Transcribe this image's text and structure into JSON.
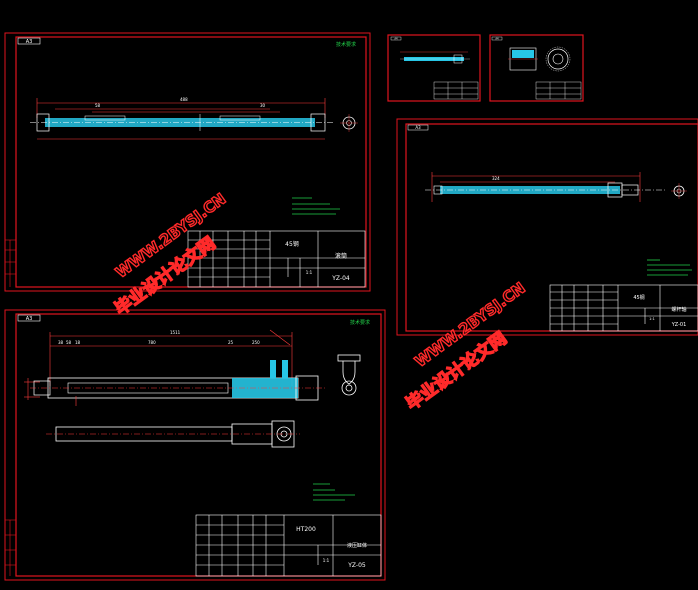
{
  "colors": {
    "background": "#000000",
    "frame": "#e0141e",
    "dimension": "#ff3b3b",
    "part": "#27c6e6",
    "outline": "#ffffff",
    "note": "#22d24a",
    "title_text": "#ffffff",
    "watermark": "#ff2a2a"
  },
  "sheets": {
    "top_left": {
      "tag": "A3",
      "corner_note": "技术要求",
      "title_material": "45钢",
      "title_name": "滚筒",
      "drawing_no": "YZ-04",
      "scale": "1:1"
    },
    "thumb_a": {
      "tag": "A4"
    },
    "thumb_b": {
      "tag": "A4"
    },
    "right": {
      "tag": "A3",
      "title_material": "45钢",
      "title_name": "螺杆轴",
      "drawing_no": "YZ-01",
      "scale": "1:1"
    },
    "bottom_left": {
      "tag": "A3",
      "corner_note": "技术要求",
      "title_material": "HT200",
      "title_name": "液压缸体",
      "drawing_no": "YZ-05",
      "scale": "1:1"
    }
  },
  "watermarks": {
    "w1_line1": "毕业设计论文网",
    "w1_line2": "WWW.2BYSJ.CN",
    "w2_line1": "毕业设计论文网",
    "w2_line2": "WWW.2BYSJ.CN"
  }
}
